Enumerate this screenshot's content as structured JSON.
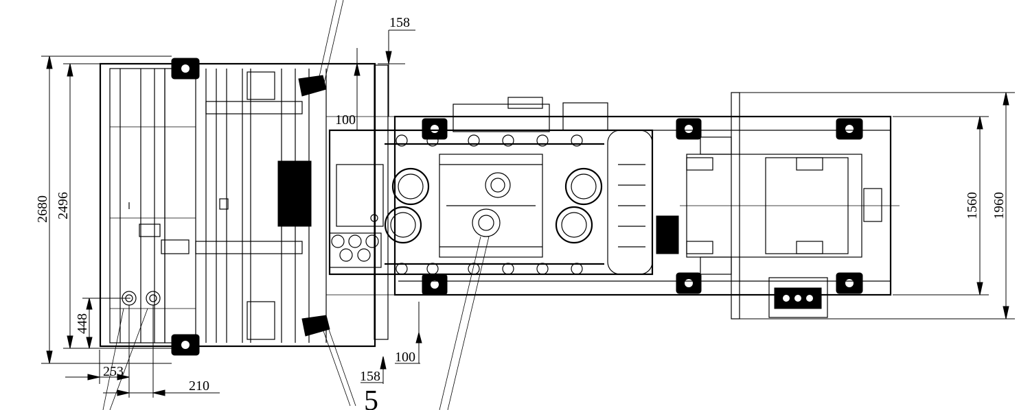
{
  "drawing": {
    "type": "engineering-drawing",
    "view": "top view of generator set on skid",
    "dimensions": {
      "overall_length_left": "2680",
      "inner_length_left": "2496",
      "offset_left_bottom": "448",
      "hole_spacing_a": "253",
      "hole_spacing_b": "210",
      "clearance_top": "158",
      "clearance_bottom": "158",
      "gap_top": "100",
      "gap_bottom": "100",
      "base_width_inner": "1560",
      "base_width_outer": "1960"
    },
    "callout": "5"
  }
}
